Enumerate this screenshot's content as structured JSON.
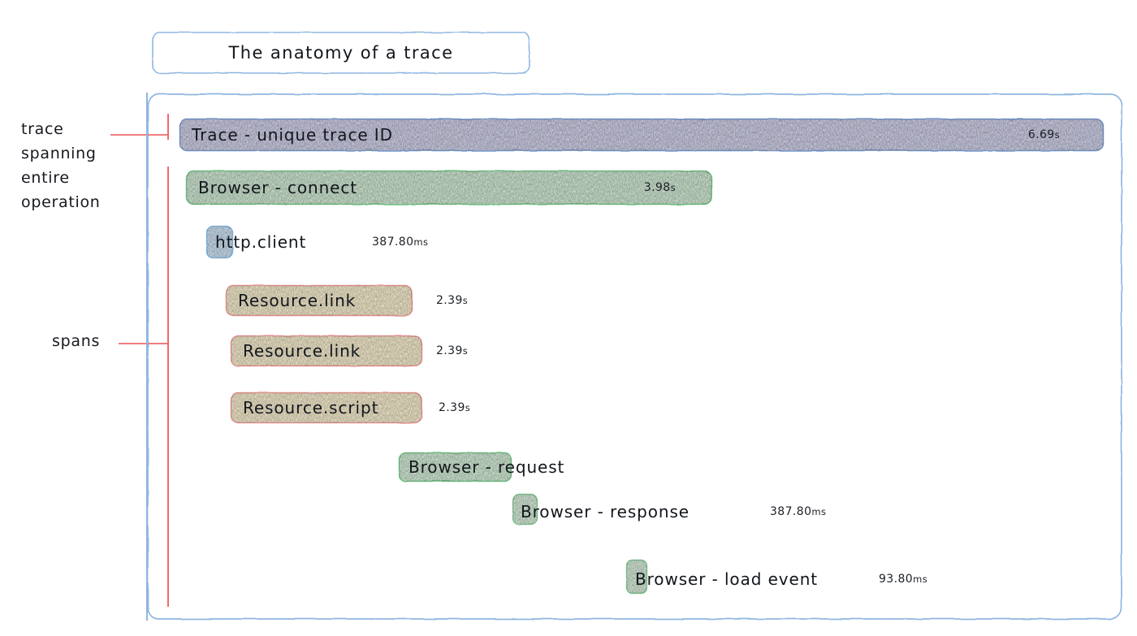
{
  "title": {
    "text": "The anatomy of a trace"
  },
  "annotations": [
    {
      "id": "trace",
      "text": "trace\nspanning\nentire\noperation"
    },
    {
      "id": "spans",
      "text": "spans"
    }
  ],
  "colors": {
    "trace_fill": "#dcdcf5",
    "trace_stroke": "#7a9fd4",
    "browser_fill": "#d9f2dc",
    "browser_stroke": "#76c98a",
    "http_fill": "#d3e8fa",
    "http_stroke": "#8cc0e8",
    "resource_fill": "#fdf3d4",
    "resource_stroke": "#f09a98",
    "container_stroke": "#8fb6e0",
    "annotation_line": "#f07c7c",
    "text": "#12161c"
  },
  "spans": [
    {
      "name": "trace-root",
      "label": "Trace - unique trace ID",
      "duration": "6.69",
      "unit": "s",
      "duration_inside": true,
      "kind": "trace"
    },
    {
      "name": "browser-connect",
      "label": "Browser - connect",
      "duration": "3.98",
      "unit": "s",
      "duration_inside": true,
      "kind": "browser"
    },
    {
      "name": "http-client",
      "label": "http.client",
      "duration": "387.80",
      "unit": "ms",
      "duration_inside": false,
      "kind": "http"
    },
    {
      "name": "resource-link-1",
      "label": "Resource.link",
      "duration": "2.39",
      "unit": "s",
      "duration_inside": false,
      "kind": "resource"
    },
    {
      "name": "resource-link-2",
      "label": "Resource.link",
      "duration": "2.39",
      "unit": "s",
      "duration_inside": false,
      "kind": "resource"
    },
    {
      "name": "resource-script",
      "label": "Resource.script",
      "duration": "2.39",
      "unit": "s",
      "duration_inside": false,
      "kind": "resource"
    },
    {
      "name": "browser-request",
      "label": "Browser - request",
      "duration": "",
      "unit": "",
      "duration_inside": false,
      "kind": "browser"
    },
    {
      "name": "browser-response",
      "label": "Browser - response",
      "duration": "387.80",
      "unit": "ms",
      "duration_inside": false,
      "kind": "browser"
    },
    {
      "name": "browser-load-event",
      "label": "Browser - load event",
      "duration": "93.80",
      "unit": "ms",
      "duration_inside": false,
      "kind": "browser"
    }
  ]
}
